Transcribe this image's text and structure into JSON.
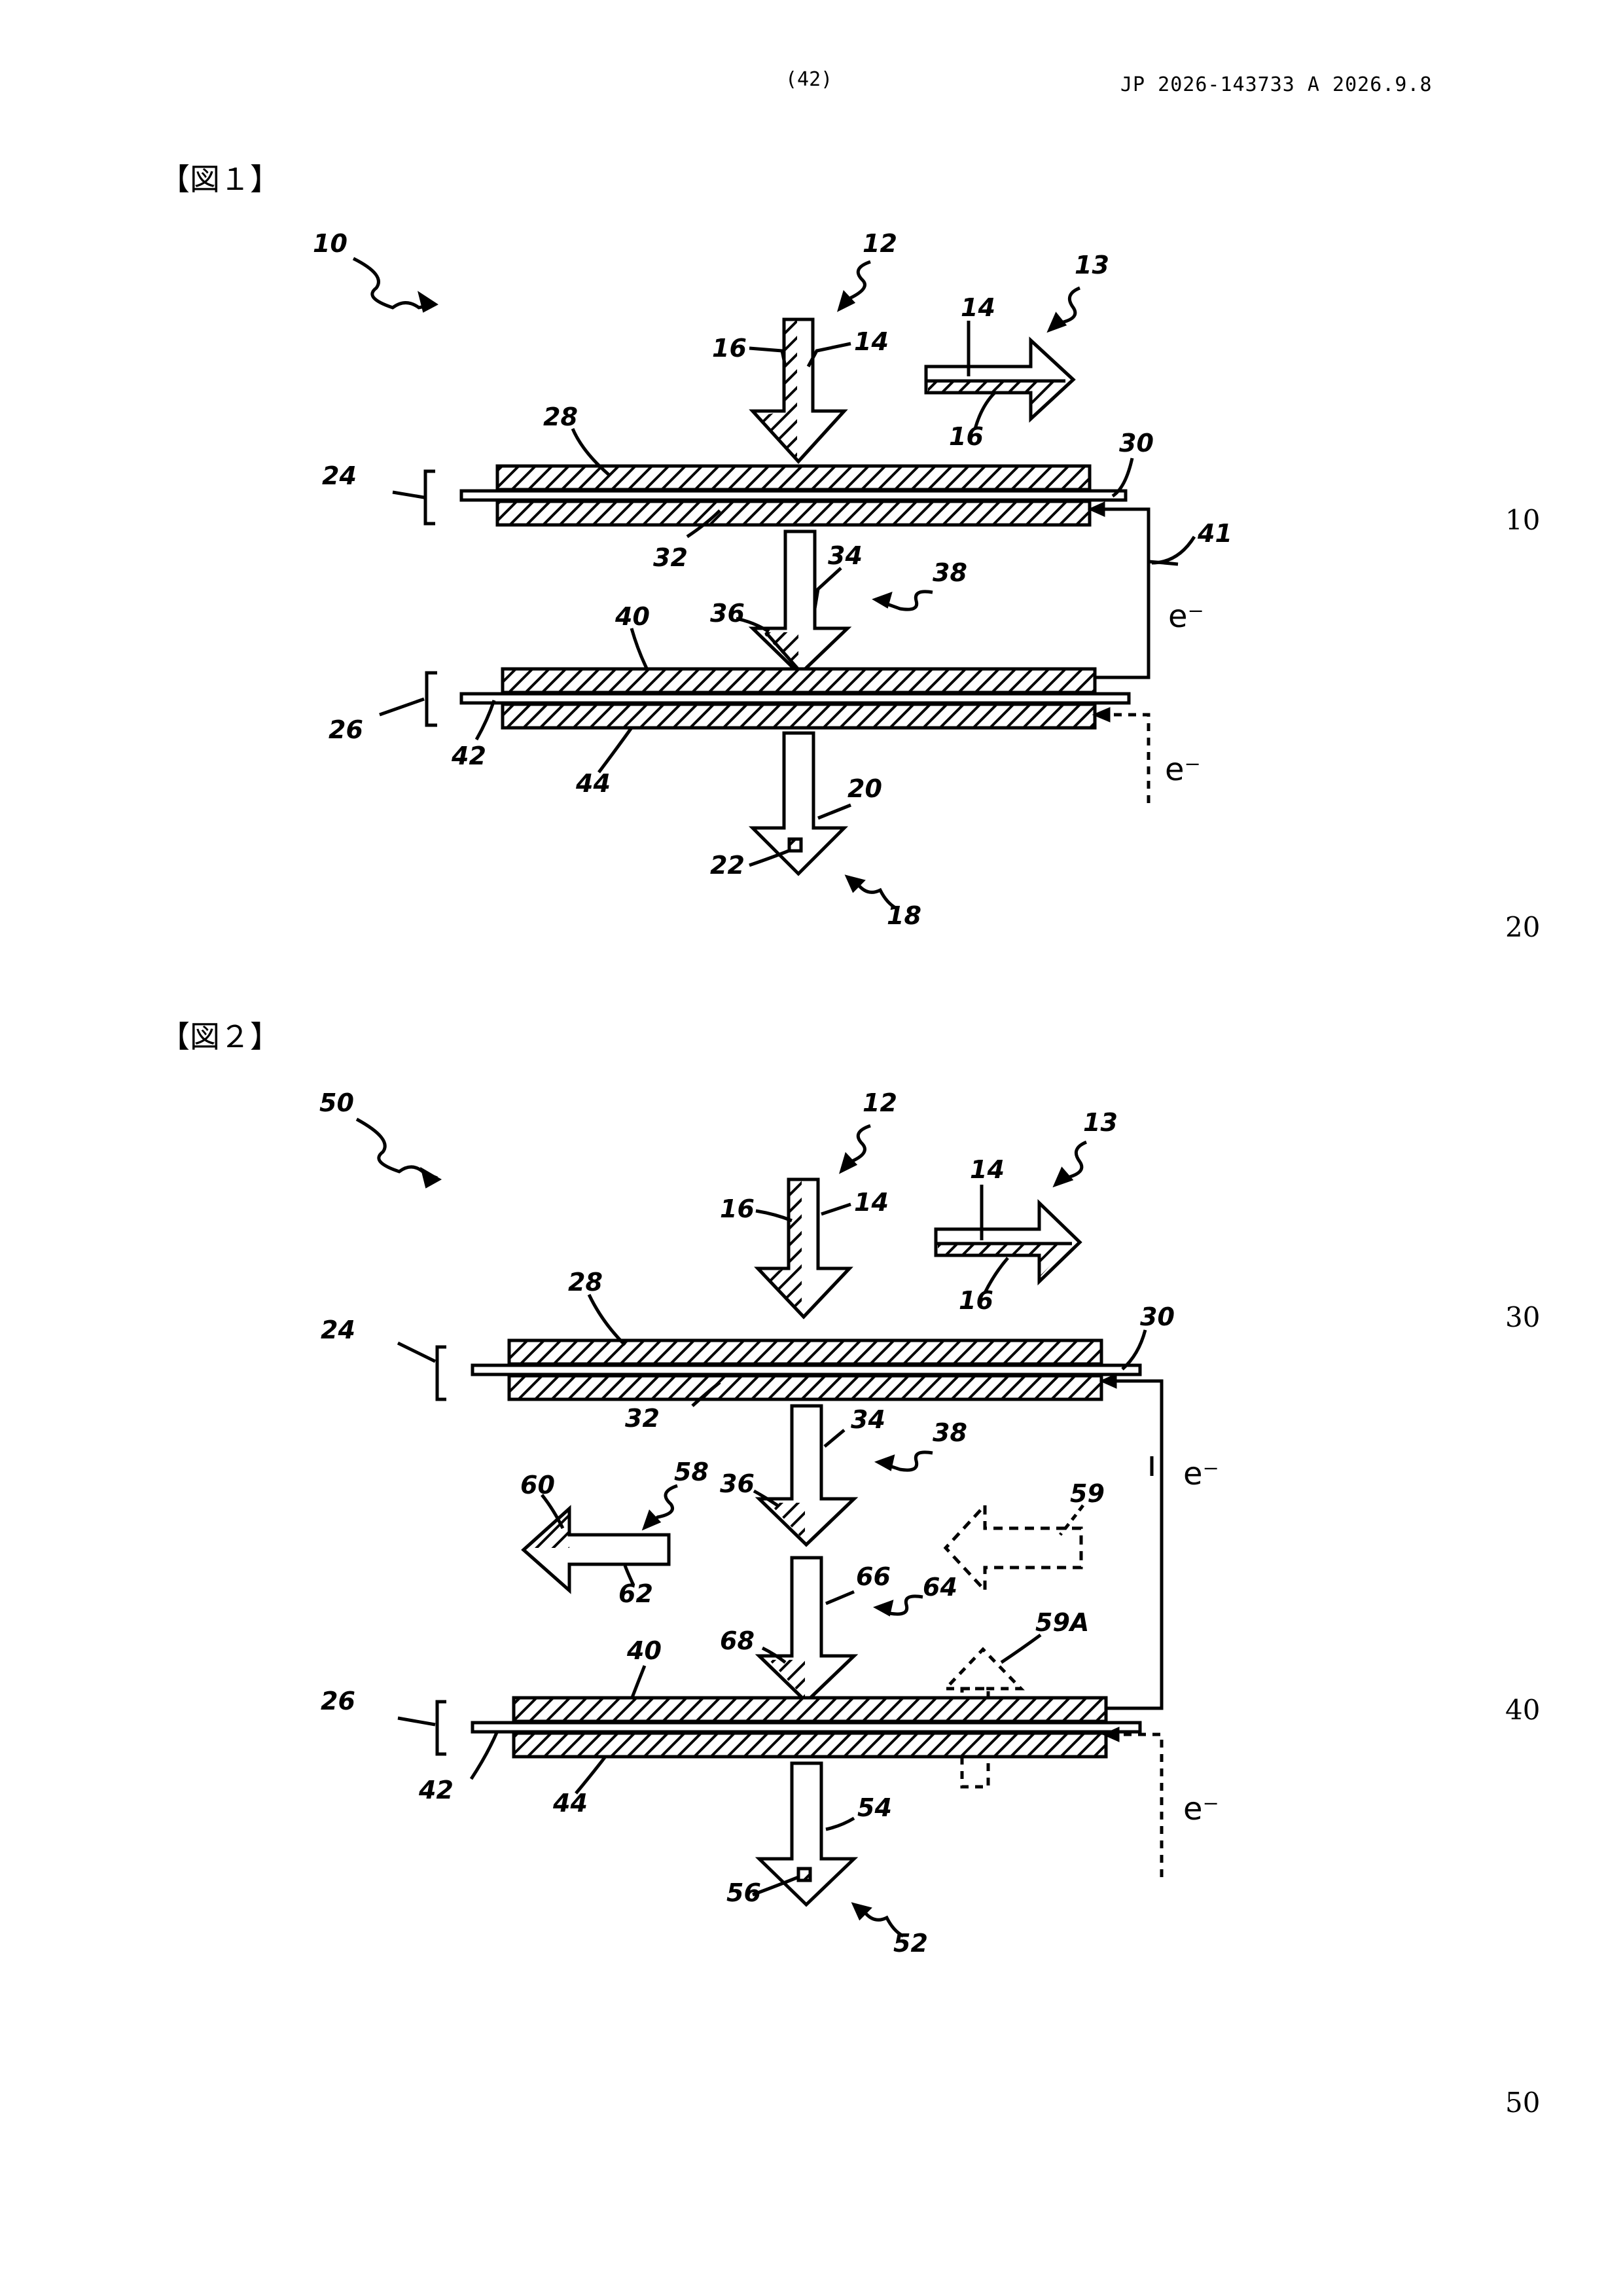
{
  "header": {
    "page_number": "(42)",
    "publication": "JP  2026-143733  A  2026.9.8"
  },
  "figures": {
    "fig1": {
      "label": "【図１】",
      "refs": {
        "r10": "10",
        "r12": "12",
        "r13": "13",
        "r14a": "14",
        "r14b": "14",
        "r16a": "16",
        "r16b": "16",
        "r28": "28",
        "r30": "30",
        "r24": "24",
        "r32": "32",
        "r34": "34",
        "r38": "38",
        "r41": "41",
        "r36": "36",
        "r40": "40",
        "r26": "26",
        "r42": "42",
        "r44": "44",
        "r20": "20",
        "r22": "22",
        "r18": "18"
      },
      "electron_top": "e⁻",
      "electron_bottom": "e⁻"
    },
    "fig2": {
      "label": "【図２】",
      "refs": {
        "r50": "50",
        "r12": "12",
        "r13": "13",
        "r14a": "14",
        "r14b": "14",
        "r16a": "16",
        "r16b": "16",
        "r28": "28",
        "r30": "30",
        "r24": "24",
        "r32": "32",
        "r34": "34",
        "r38": "38",
        "r36": "36",
        "r60": "60",
        "r58": "58",
        "r59": "59",
        "r62": "62",
        "r66": "66",
        "r64": "64",
        "r59A": "59A",
        "r68": "68",
        "r40": "40",
        "r26": "26",
        "r42": "42",
        "r44": "44",
        "r54": "54",
        "r56": "56",
        "r52": "52"
      },
      "electron_top": "e⁻",
      "electron_bottom": "e⁻"
    }
  },
  "line_numbers": [
    "10",
    "20",
    "30",
    "40",
    "50"
  ]
}
